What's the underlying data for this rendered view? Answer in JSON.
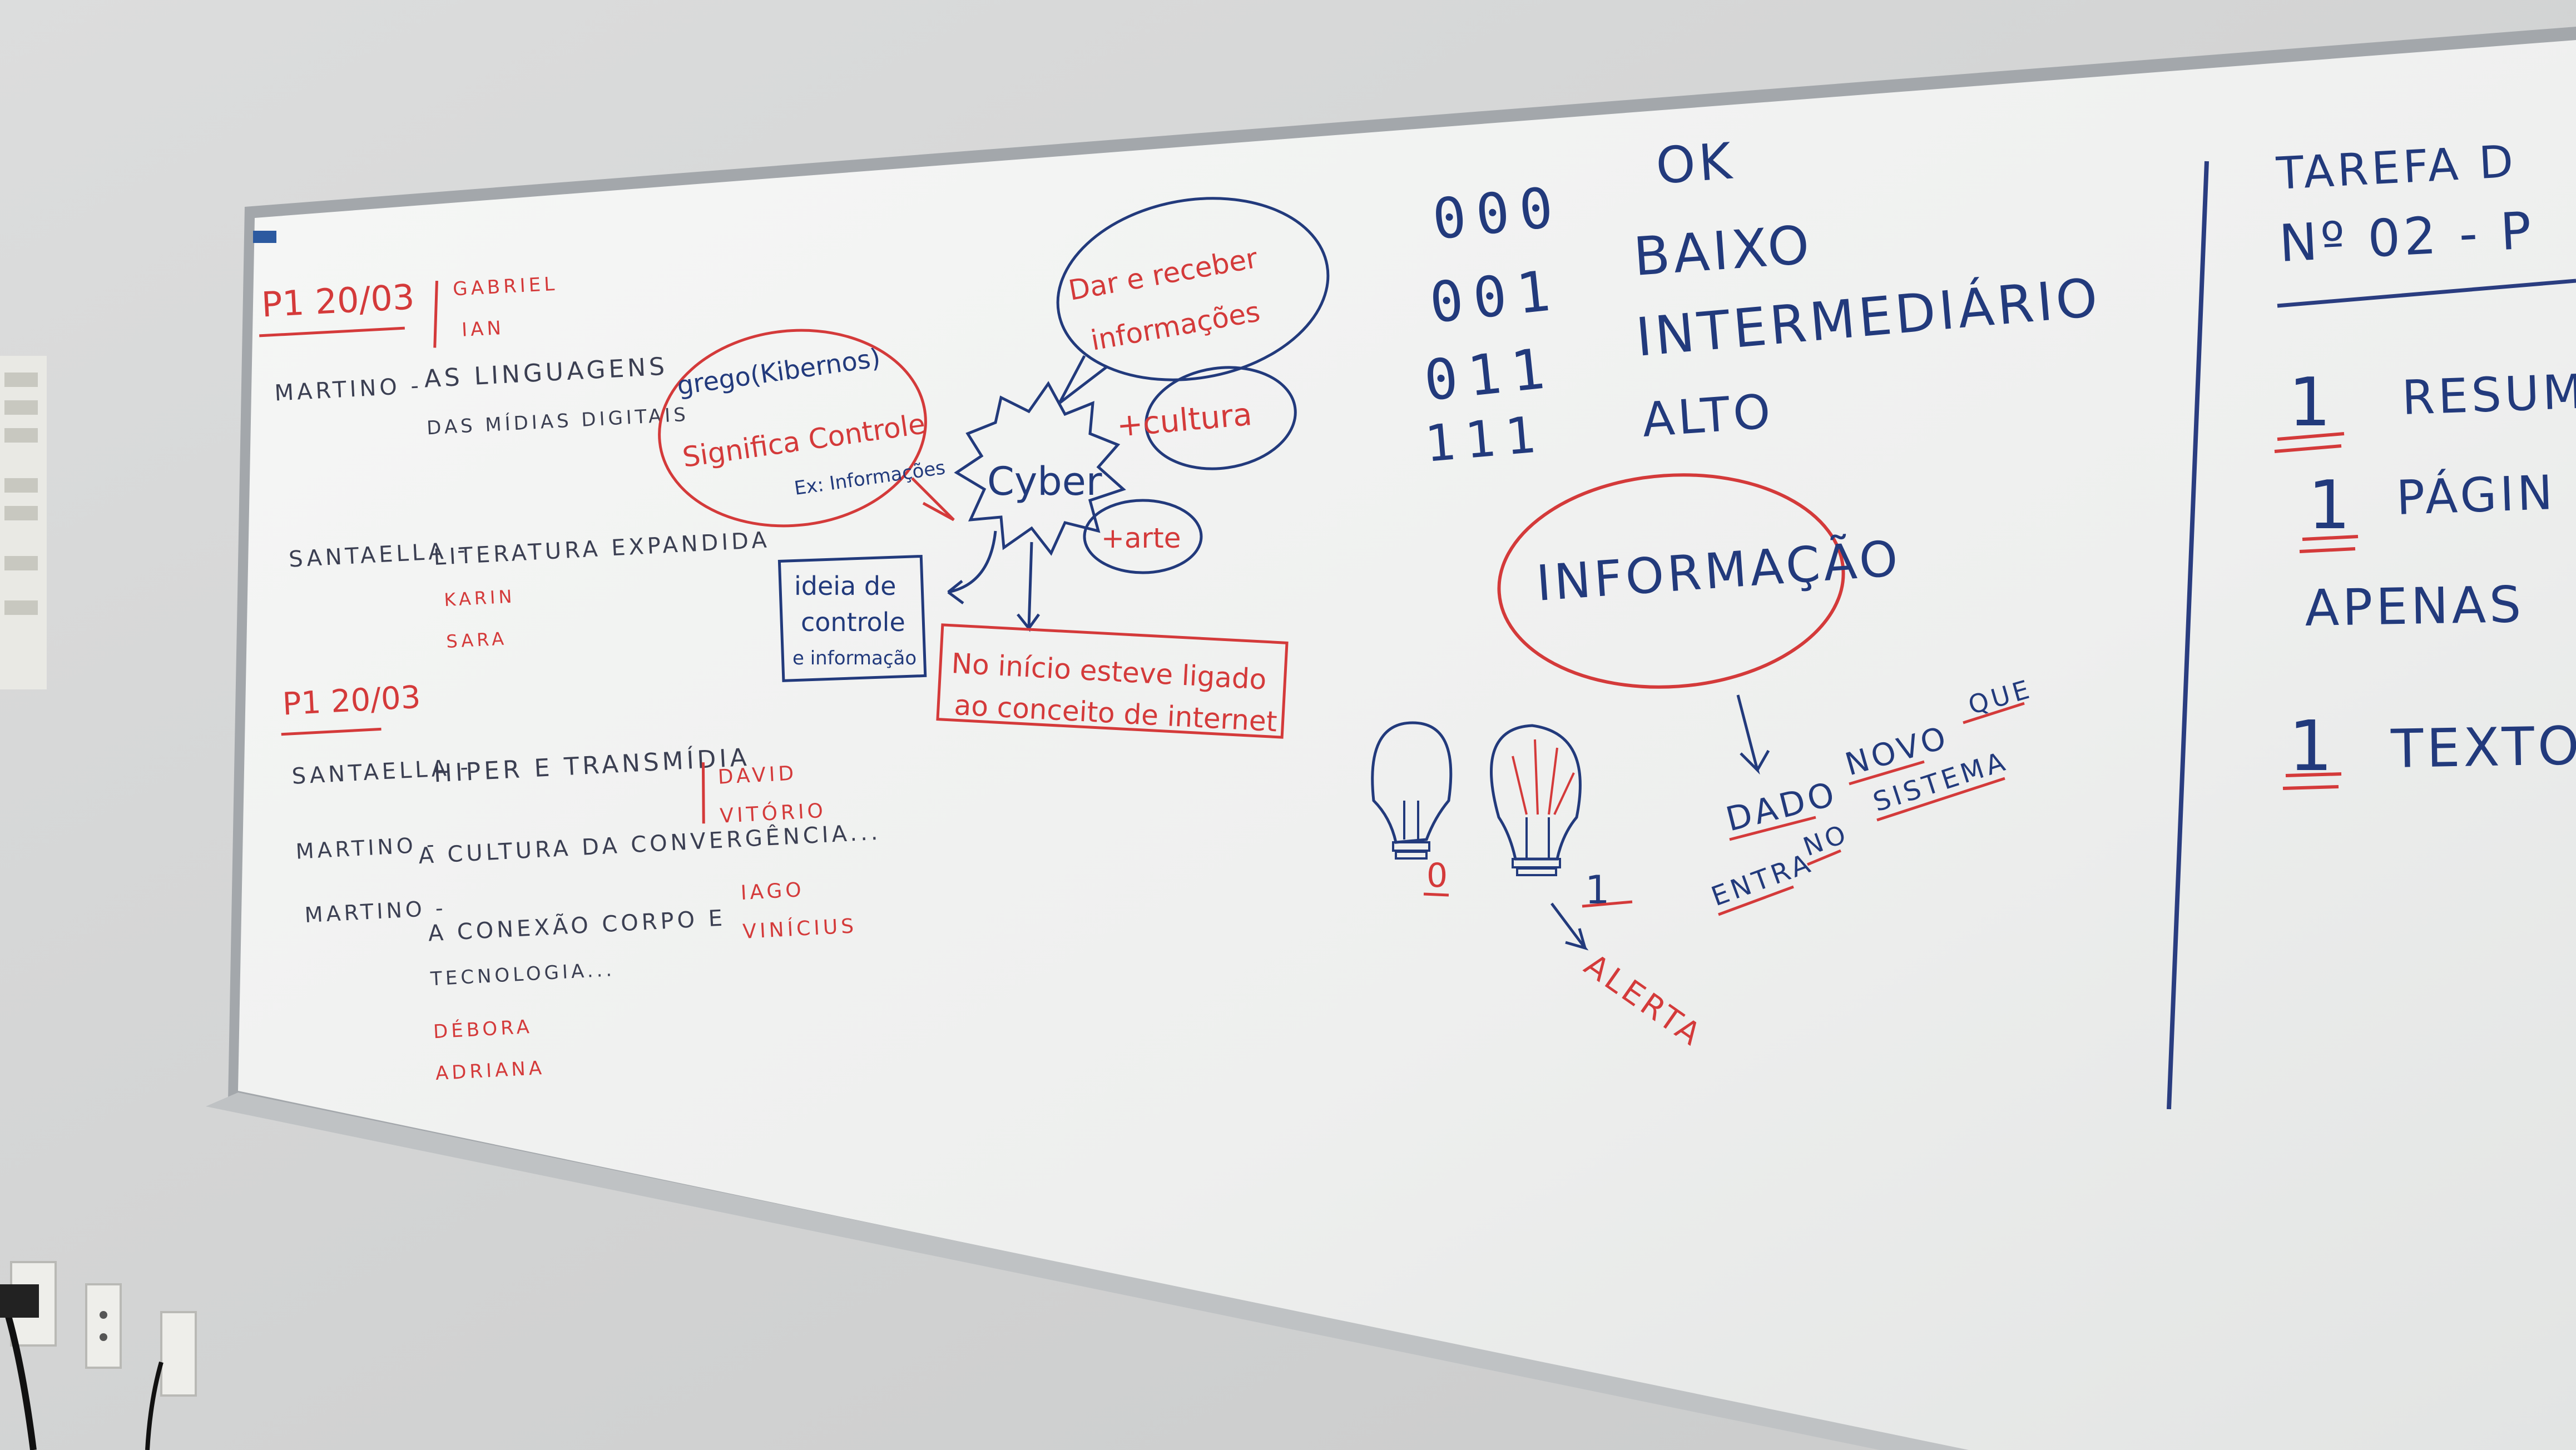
{
  "colors": {
    "wall": "#d7d8d8",
    "board": "#f3f4f3",
    "frame": "#9a9ea3",
    "ink_red": "#d43a3a",
    "ink_blue": "#223a7c",
    "ink_dark": "#3b3f52"
  },
  "left_panel": {
    "date1": "P1 20/03",
    "side1": [
      "GABRIEL",
      "IAN"
    ],
    "row1_name": "MARTINO -",
    "row1_text_a": "AS LINGUAGENS",
    "row1_text_b": "DAS MÍDIAS DIGITAIS",
    "row2_name": "SANTAELLA -",
    "row2_text": "LITERATURA EXPANDIDA",
    "row2_students": [
      "KARIN",
      "SARA"
    ],
    "date2": "P1 20/03",
    "row3_name": "SANTAELLA -",
    "row3_text": "HIPER E TRANSMÍDIA",
    "row3_students": [
      "DAVID",
      "VITÓRIO"
    ],
    "row4_name": "MARTINO -",
    "row4_text": "A CULTURA DA CONVERGÊNCIA...",
    "row4_students": [
      "IAGO",
      "VINÍCIUS"
    ],
    "row5_name": "MARTINO -",
    "row5_text_a": "A CONEXÃO CORPO E",
    "row5_text_b": "TECNOLOGIA...",
    "row5_students": [
      "DÉBORA",
      "ADRIANA"
    ]
  },
  "mind_map": {
    "center": "Cyber",
    "greek_line1": "grego(Kibernos)",
    "greek_line2": "Significa Controle",
    "greek_line3": "Ex: Informações",
    "bubble_top_line1": "Dar e receber",
    "bubble_top_line2": "informações",
    "bubble_culture": "+cultura",
    "bubble_art": "+arte",
    "box_idea_line1": "ideia de",
    "box_idea_line2": "controle",
    "box_idea_line3": "e informação",
    "box_internet_line1": "No início esteve ligado",
    "box_internet_line2": "ao conceito de internet"
  },
  "binary_table": [
    {
      "code": "000",
      "label": "OK"
    },
    {
      "code": "001",
      "label": "BAIXO"
    },
    {
      "code": "011",
      "label": "INTERMEDIÁRIO"
    },
    {
      "code": "111",
      "label": "ALTO"
    }
  ],
  "info_diagram": {
    "bubble": "INFORMAÇÃO",
    "words": [
      "DADO",
      "NOVO",
      "QUE",
      "ENTRA",
      "NO",
      "SISTEMA"
    ],
    "bulb_off_label": "0",
    "bulb_on_label": "1",
    "alert": "ALERTA"
  },
  "right_panel": {
    "title_line1": "TAREFA D",
    "title_line2": "Nº 02 - P",
    "items": [
      {
        "number": "1",
        "text": "RESUM"
      },
      {
        "number": "1",
        "text": "PÁGIN"
      },
      {
        "number": "",
        "text": "APENAS"
      },
      {
        "number": "1",
        "text": "TEXTO"
      }
    ]
  }
}
